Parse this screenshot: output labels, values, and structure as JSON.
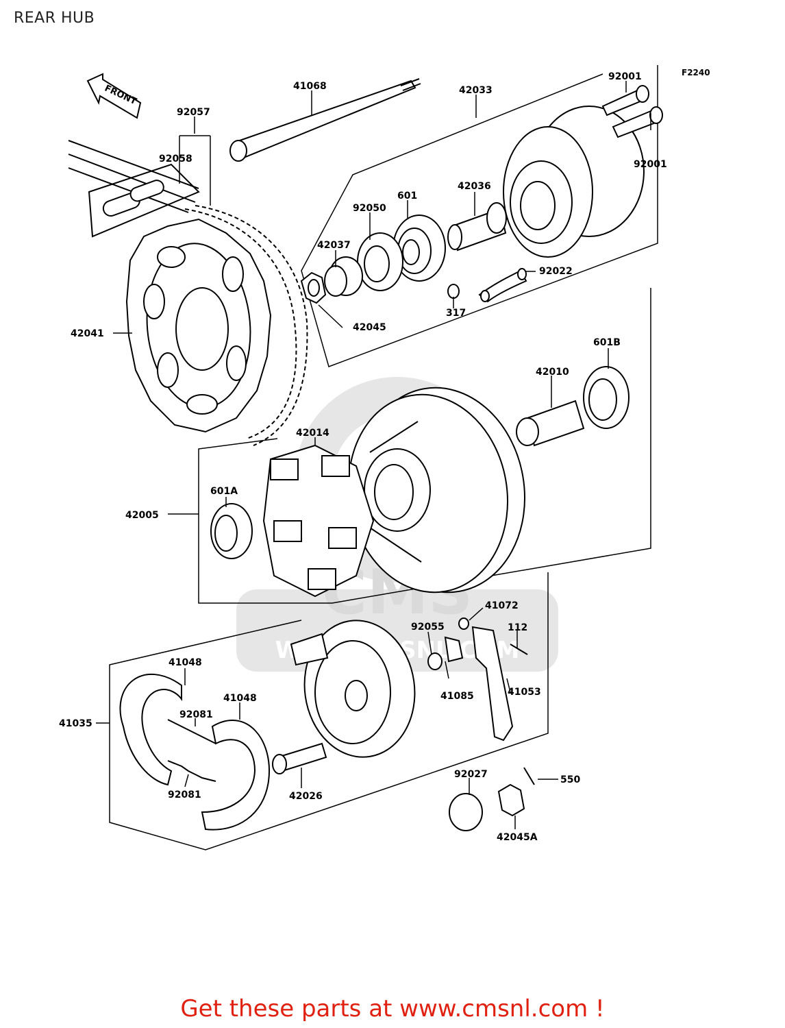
{
  "title": "REAR HUB",
  "figure_code": "F2240",
  "front_arrow_label": "FRONT",
  "watermark": {
    "brand": "CMS",
    "site": "WWW.CMSNL.COM"
  },
  "callouts": [
    {
      "id": "c-41068",
      "text": "41068"
    },
    {
      "id": "c-42033",
      "text": "42033"
    },
    {
      "id": "c-92001-a",
      "text": "92001"
    },
    {
      "id": "c-92001-b",
      "text": "92001"
    },
    {
      "id": "c-92057",
      "text": "92057"
    },
    {
      "id": "c-92058",
      "text": "92058"
    },
    {
      "id": "c-42036",
      "text": "42036"
    },
    {
      "id": "c-601",
      "text": "601"
    },
    {
      "id": "c-92050",
      "text": "92050"
    },
    {
      "id": "c-42037",
      "text": "42037"
    },
    {
      "id": "c-92022",
      "text": "92022"
    },
    {
      "id": "c-42045",
      "text": "42045"
    },
    {
      "id": "c-317",
      "text": "317"
    },
    {
      "id": "c-42041",
      "text": "42041"
    },
    {
      "id": "c-601b",
      "text": "601B"
    },
    {
      "id": "c-42010",
      "text": "42010"
    },
    {
      "id": "c-42014",
      "text": "42014"
    },
    {
      "id": "c-601a",
      "text": "601A"
    },
    {
      "id": "c-42005",
      "text": "42005"
    },
    {
      "id": "c-41072",
      "text": "41072"
    },
    {
      "id": "c-92055",
      "text": "92055"
    },
    {
      "id": "c-112",
      "text": "112"
    },
    {
      "id": "c-41048-a",
      "text": "41048"
    },
    {
      "id": "c-41048-b",
      "text": "41048"
    },
    {
      "id": "c-92081-a",
      "text": "92081"
    },
    {
      "id": "c-92081-b",
      "text": "92081"
    },
    {
      "id": "c-41035",
      "text": "41035"
    },
    {
      "id": "c-41085",
      "text": "41085"
    },
    {
      "id": "c-41053",
      "text": "41053"
    },
    {
      "id": "c-42026",
      "text": "42026"
    },
    {
      "id": "c-92027",
      "text": "92027"
    },
    {
      "id": "c-550",
      "text": "550"
    },
    {
      "id": "c-42045a",
      "text": "42045A"
    }
  ],
  "footer": {
    "text": "Get these parts at www.cmsnl.com !",
    "color": "#e02010"
  }
}
